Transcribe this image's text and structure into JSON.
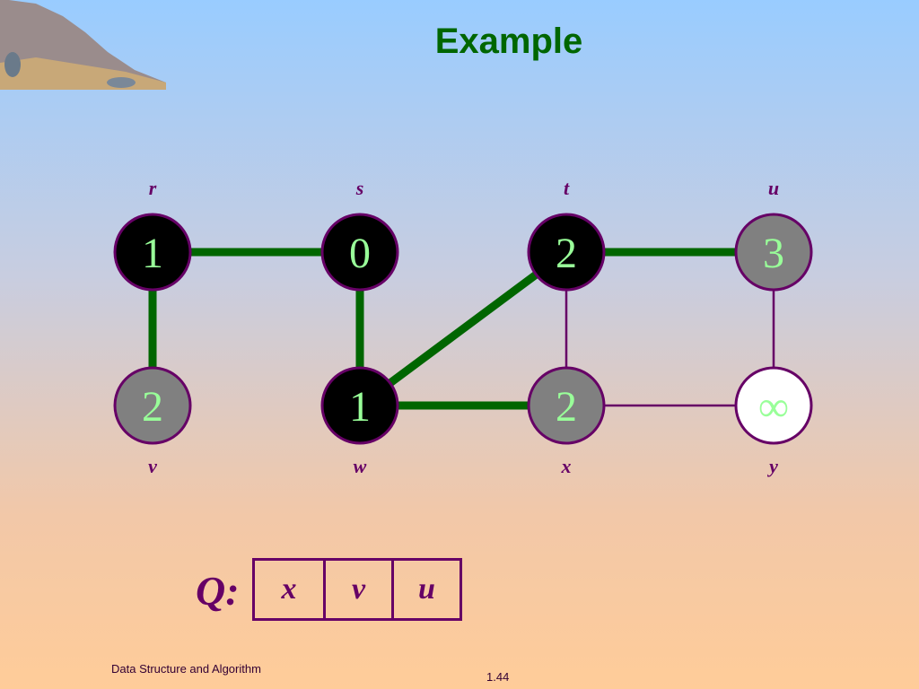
{
  "title": "Example",
  "footer": {
    "left": "Data Structure and Algorithm",
    "page": "1.44"
  },
  "colors": {
    "title": "#006600",
    "tree_edge": "#006600",
    "plain_edge": "#660066",
    "vertex_black": "#000000",
    "vertex_gray": "#808080",
    "vertex_white": "#ffffff",
    "distance_text": "#99ff99",
    "vertex_border": "#660066"
  },
  "graph": {
    "vertices": [
      {
        "id": "r",
        "label": "r",
        "distance": "1",
        "color": "black"
      },
      {
        "id": "s",
        "label": "s",
        "distance": "0",
        "color": "black"
      },
      {
        "id": "t",
        "label": "t",
        "distance": "2",
        "color": "black"
      },
      {
        "id": "u",
        "label": "u",
        "distance": "3",
        "color": "gray"
      },
      {
        "id": "v",
        "label": "v",
        "distance": "2",
        "color": "gray"
      },
      {
        "id": "w",
        "label": "w",
        "distance": "1",
        "color": "black"
      },
      {
        "id": "x",
        "label": "x",
        "distance": "2",
        "color": "gray"
      },
      {
        "id": "y",
        "label": "y",
        "distance": "∞",
        "color": "white"
      }
    ],
    "edges": [
      {
        "from": "r",
        "to": "s",
        "tree": true
      },
      {
        "from": "r",
        "to": "v",
        "tree": true
      },
      {
        "from": "s",
        "to": "w",
        "tree": true
      },
      {
        "from": "w",
        "to": "t",
        "tree": true
      },
      {
        "from": "w",
        "to": "x",
        "tree": true
      },
      {
        "from": "t",
        "to": "u",
        "tree": true
      },
      {
        "from": "t",
        "to": "x",
        "tree": false
      },
      {
        "from": "u",
        "to": "y",
        "tree": false
      },
      {
        "from": "x",
        "to": "y",
        "tree": false
      }
    ]
  },
  "queue": {
    "label": "Q:",
    "items": [
      "x",
      "v",
      "u"
    ]
  }
}
